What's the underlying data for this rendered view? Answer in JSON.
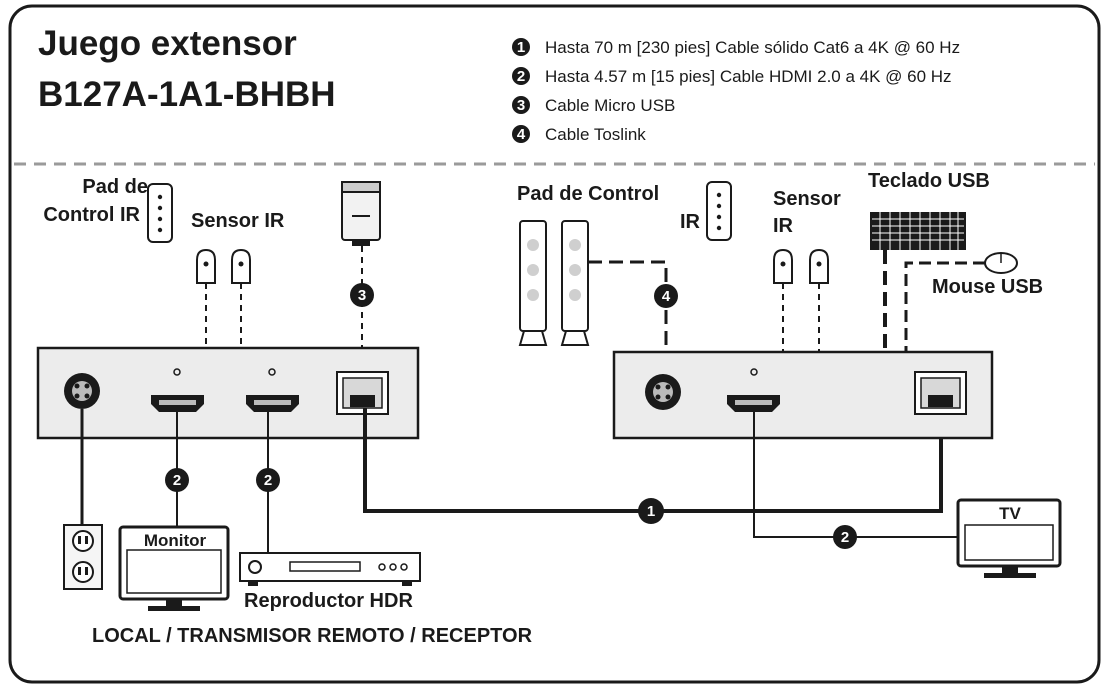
{
  "title": {
    "line1": "Juego extensor",
    "line2": "B127A-1A1-BHBH"
  },
  "legend": [
    {
      "num": "1",
      "text": "Hasta 70 m [230 pies] Cable sólido Cat6 a 4K @ 60 Hz"
    },
    {
      "num": "2",
      "text": "Hasta 4.57 m [15 pies] Cable HDMI 2.0 a 4K @ 60 Hz"
    },
    {
      "num": "3",
      "text": "Cable Micro USB"
    },
    {
      "num": "4",
      "text": "Cable Toslink"
    }
  ],
  "labels": {
    "left_ir_pad": [
      "Pad de",
      "Control IR"
    ],
    "left_ir_sensor": "Sensor IR",
    "right_ir_pad": [
      "Pad de Control",
      "IR"
    ],
    "right_ir_sensor": [
      "Sensor",
      "IR"
    ],
    "keyboard": "Teclado USB",
    "mouse": "Mouse USB",
    "monitor": "Monitor",
    "player": "Reproductor HDR",
    "tv": "TV",
    "footer": "LOCAL / TRANSMISOR REMOTO / RECEPTOR"
  },
  "badges": {
    "cat6": "1",
    "hdmi": "2",
    "usb": "3",
    "toslink": "4"
  }
}
